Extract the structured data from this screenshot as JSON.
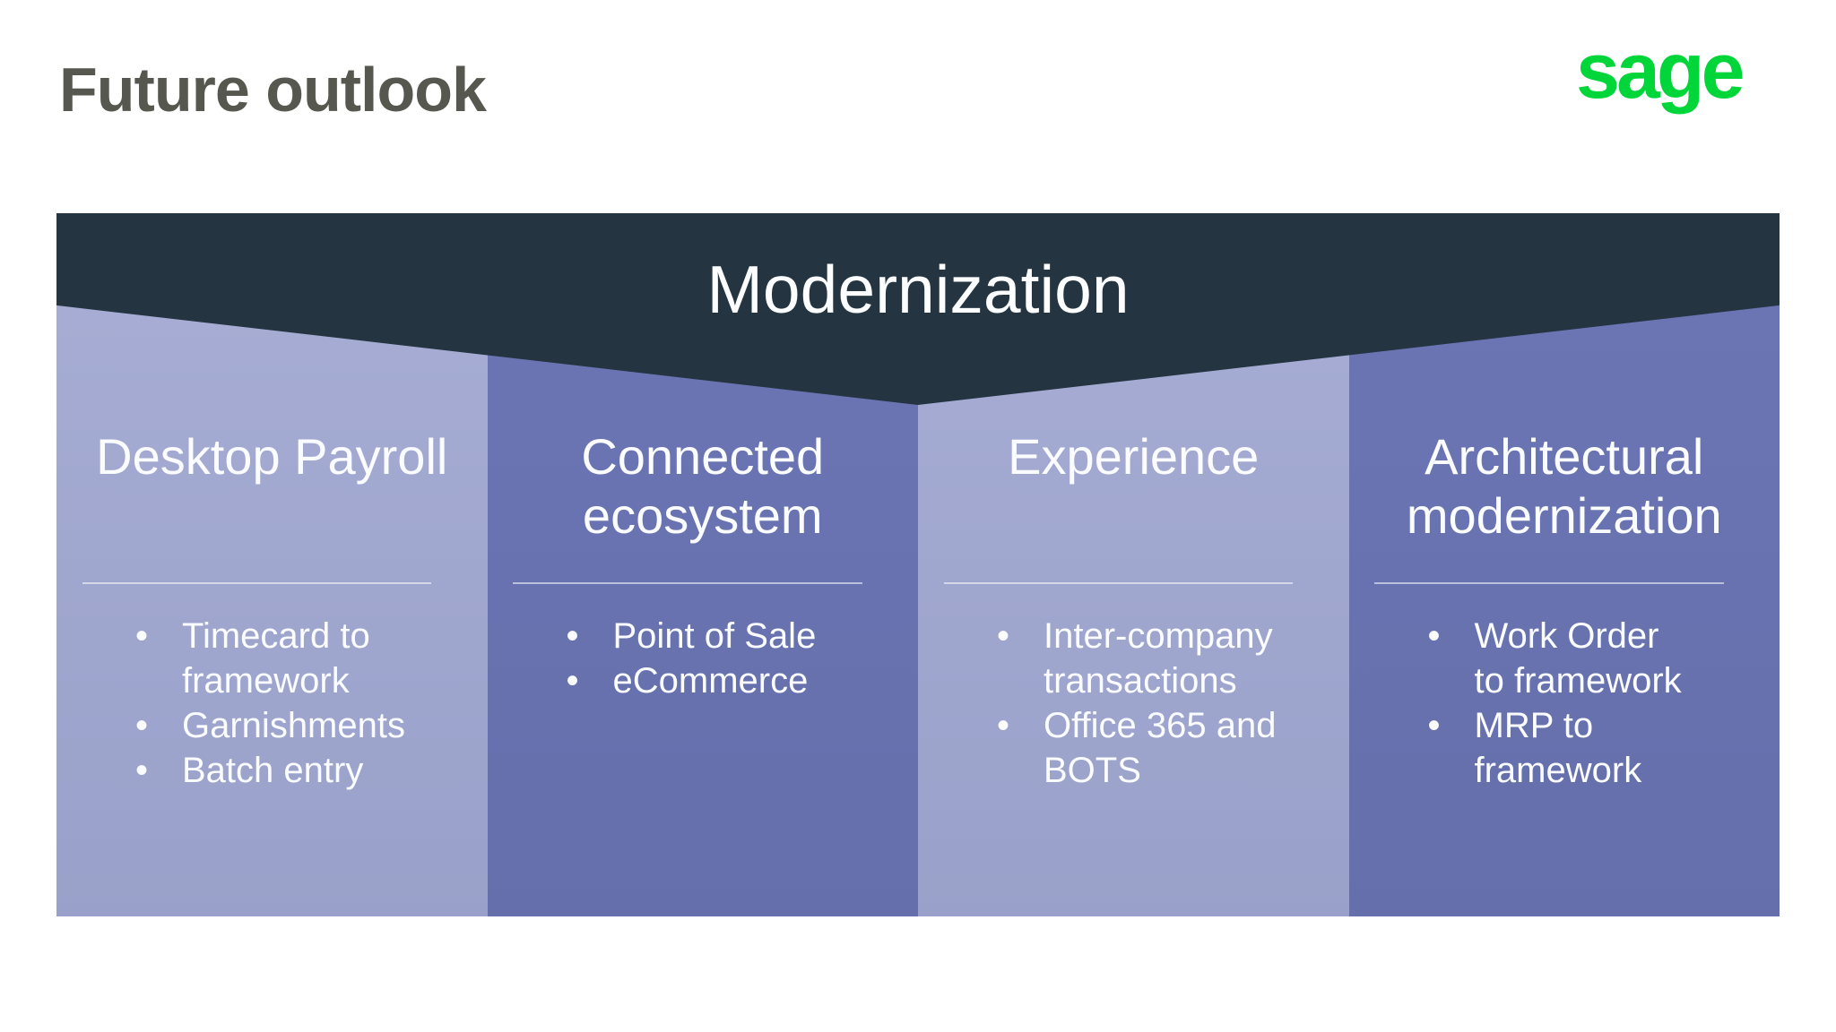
{
  "slide": {
    "title": "Future outlook",
    "logo_text": "sage",
    "banner": {
      "label": "Modernization"
    },
    "columns": [
      {
        "title": "Desktop Payroll",
        "bullets": [
          "Timecard to\nframework",
          "Garnishments",
          "Batch entry"
        ]
      },
      {
        "title": "Connected\necosystem",
        "bullets": [
          "Point of Sale",
          "eCommerce"
        ]
      },
      {
        "title": "Experience",
        "bullets": [
          "Inter-company\ntransactions",
          "Office 365 and\nBOTS"
        ]
      },
      {
        "title": "Architectural\nmodernization",
        "bullets": [
          "Work Order\nto framework",
          "MRP to\nframework"
        ]
      }
    ],
    "colors": {
      "sage_green": "#00d639",
      "banner_dark": "#243440",
      "column_light": "#9da4cd",
      "column_dark": "#6770af",
      "heading_gray": "#56584f"
    }
  }
}
